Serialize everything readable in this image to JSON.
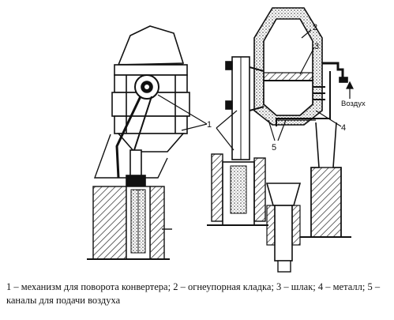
{
  "figure": {
    "callouts": {
      "c1": "1",
      "c2": "2",
      "c3": "3",
      "c4": "4",
      "c5": "5"
    },
    "air_label": "Воздух"
  },
  "caption": "1 – механизм для поворота конвертера; 2 – огнеупорная кладка; 3 – шлак; 4 – металл; 5 – каналы для подачи воздуха"
}
